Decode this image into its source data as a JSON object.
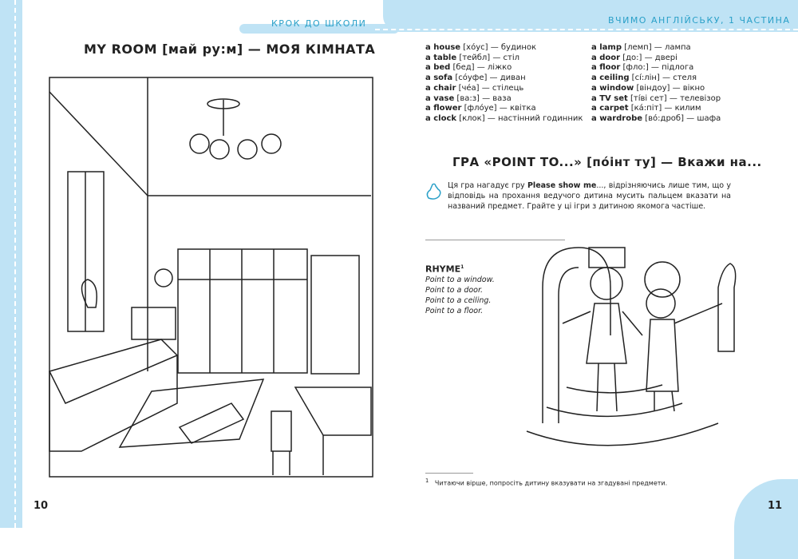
{
  "header": {
    "left": "КРОК ДО ШКОЛИ",
    "right": "ВЧИМО АНГЛІЙСЬКУ, 1 ЧАСТИНА"
  },
  "left_page": {
    "title": "MY ROOM [май ру:м] — МОЯ КІМНАТА",
    "page_number": "10"
  },
  "vocabulary": {
    "col1": [
      {
        "word": "a house",
        "rest": " [хóус] — будинок"
      },
      {
        "word": "a table",
        "rest": " [тейбл] — стіл"
      },
      {
        "word": "a bed",
        "rest": " [бед] — ліжко"
      },
      {
        "word": "a sofa",
        "rest": " [сóуфе] — диван"
      },
      {
        "word": "a chair",
        "rest": " [чéа] — стілець"
      },
      {
        "word": "a vase",
        "rest": " [ва:з] — ваза"
      },
      {
        "word": "a flower",
        "rest": " [флóуе] — квітка"
      },
      {
        "word": "a clock",
        "rest": " [клок] — настінний годинник"
      }
    ],
    "col2": [
      {
        "word": "a lamp",
        "rest": " [лемп] — лампа"
      },
      {
        "word": "a door",
        "rest": " [до:] — двері"
      },
      {
        "word": "a floor",
        "rest": " [фло:] — підлога"
      },
      {
        "word": "a ceiling",
        "rest": " [сí:лін] — стеля"
      },
      {
        "word": "a window",
        "rest": " [віндоу] — вікно"
      },
      {
        "word": "a TV set",
        "rest": " [тíві сет] — телевізор"
      },
      {
        "word": "a carpet",
        "rest": " [кá:піт] — килим"
      },
      {
        "word": "a wardrobe",
        "rest": " [вó:дроб] — шафа"
      }
    ]
  },
  "game": {
    "title": "ГРА «POINT TO...» [пóінт ту] — Вкажи на...",
    "text_before": "Ця гра нагадує гру ",
    "text_bold": "Please show me",
    "text_after": "..., відрізняючись лише тим, що у відповідь на прохання ведучого дитина мусить пальцем вказати на названий предмет. Грайте у ці ігри з дитиною якомога частіше."
  },
  "rhyme": {
    "title": "RHYME",
    "sup": "1",
    "lines": [
      "Point to a window.",
      "Point to a door.",
      "Point to a ceiling.",
      "Point to a floor."
    ]
  },
  "footnote": {
    "mark": "1",
    "text": "Читаючи вірше, попросіть дитину вказувати на згадувані предмети."
  },
  "right_page": {
    "page_number": "11"
  }
}
